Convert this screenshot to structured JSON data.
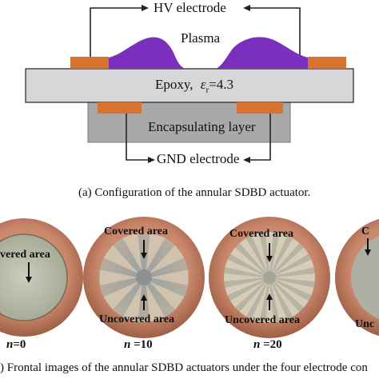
{
  "schematic": {
    "hv_label": "HV electrode",
    "plasma_label": "Plasma",
    "epoxy_label": "Epoxy,",
    "permittivity_symbol": "ε",
    "permittivity_subscript": "r",
    "permittivity_value": "=4.3",
    "encapsulating_label": "Encapsulating layer",
    "gnd_label": "GND electrode"
  },
  "caption_a": "(a) Configuration of the annular SDBD actuator.",
  "photos": {
    "panel_0": {
      "inner_label_visible": "vered area",
      "n_symbol": "n",
      "n_value": "=0"
    },
    "panel_10": {
      "covered_label": "Covered area",
      "uncovered_label": "Uncovered area",
      "n_symbol": "n",
      "n_value": " =10"
    },
    "panel_20": {
      "covered_label": "Covered area",
      "uncovered_label": "Uncovered area",
      "n_symbol": "n",
      "n_value": " =20"
    },
    "panel_40": {
      "top_fragment": "C",
      "bottom_fragment": "Unc"
    }
  },
  "caption_b": ") Frontal images of the annular SDBD actuators under the four electrode con",
  "colors": {
    "electrode_orange": "#d9722e",
    "plasma_purple": "#7b2fbf",
    "epoxy_gray": "#d7d7d9",
    "encapsulation_gray": "#a9a9ab",
    "copper_ring": "#c8866a",
    "dielectric_center": "#b9bcaa"
  }
}
